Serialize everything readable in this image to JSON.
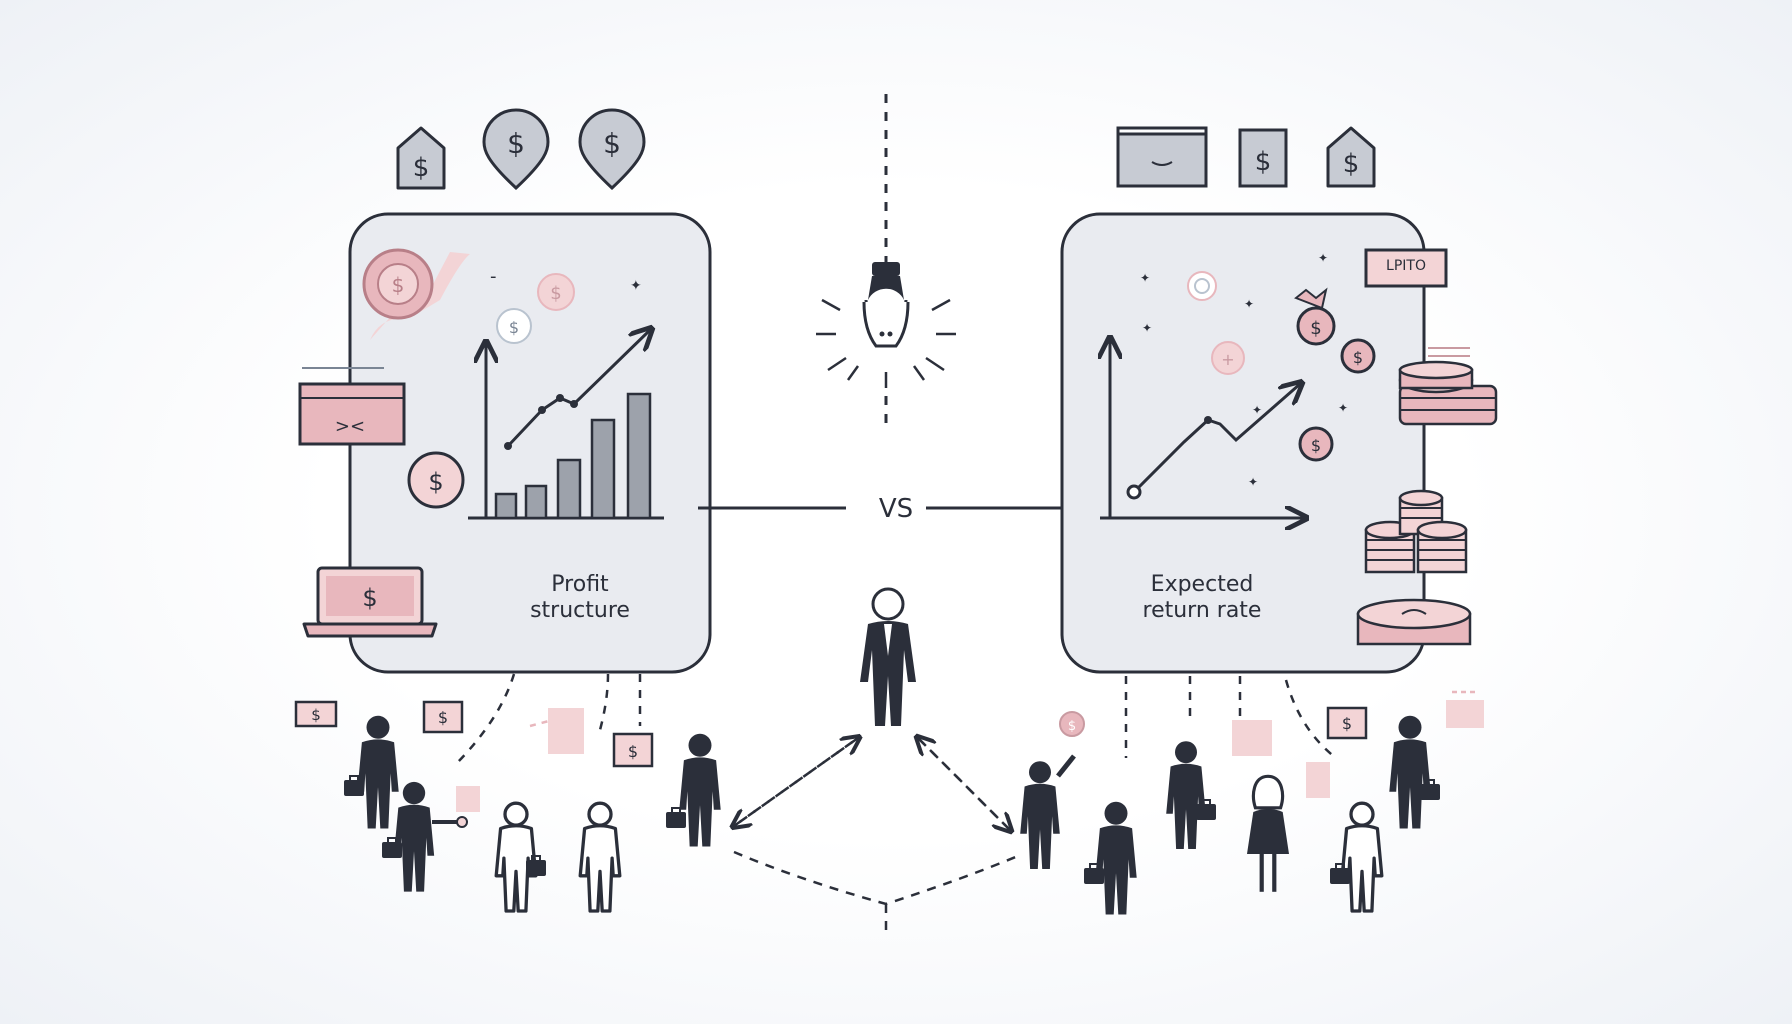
{
  "left_panel": {
    "caption": "Profit\nstructure"
  },
  "right_panel": {
    "caption": "Expected\nreturn rate",
    "tag": "LPITO"
  },
  "center": {
    "vs": "VS"
  },
  "colors": {
    "outline": "#2b2f3a",
    "panel_fill": "#e9ebf0",
    "pink": "#e8b7bd",
    "pink_light": "#f3d4d6",
    "gray_fill": "#c7cbd3",
    "bar_fill": "#9da2ab"
  },
  "icons": [
    "house-dollar-icon",
    "location-pin-dollar-icon",
    "wallet-icon",
    "dollar-bill-icon",
    "lightbulb-icon",
    "coin-icon",
    "coin-stack-icon",
    "laptop-dollar-icon",
    "person-icon",
    "briefcase-icon"
  ]
}
